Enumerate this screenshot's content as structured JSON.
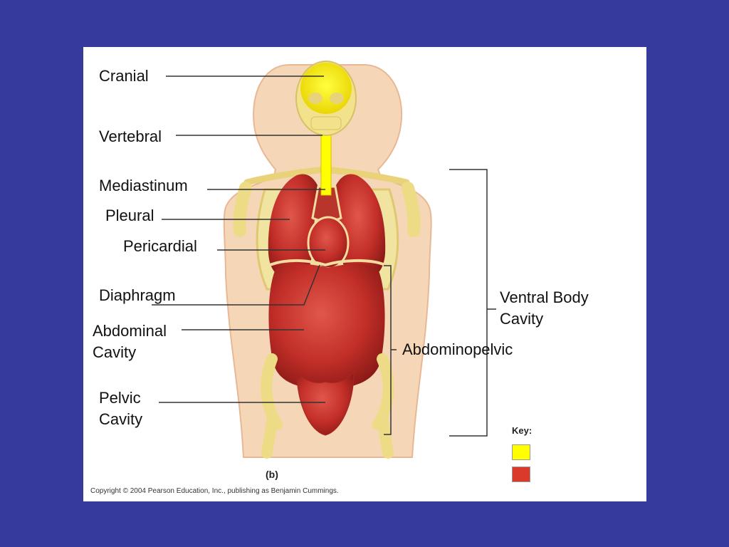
{
  "labels": {
    "cranial": "Cranial",
    "vertebral": "Vertebral",
    "mediastinum": "Mediastinum",
    "pleural": "Pleural",
    "pericardial": "Pericardial",
    "diaphragm": "Diaphragm",
    "abdominal": "Abdominal\nCavity",
    "pelvic": "Pelvic\nCavity",
    "ventral": "Ventral Body\nCavity",
    "abdominopelvic": "Abdominopelvic"
  },
  "key": {
    "title": "Key:",
    "colors": [
      "#ffff00",
      "#d93a2b"
    ]
  },
  "figure_label": "(b)",
  "copyright": "Copyright © 2004 Pearson Education, Inc., publishing as Benjamin Cummings.",
  "colors": {
    "background": "#353a9b",
    "skin": "#f5d7b8",
    "bone": "#f0e089",
    "dorsal_cavity": "#ffff00",
    "ventral_organs": "#c8302a"
  }
}
